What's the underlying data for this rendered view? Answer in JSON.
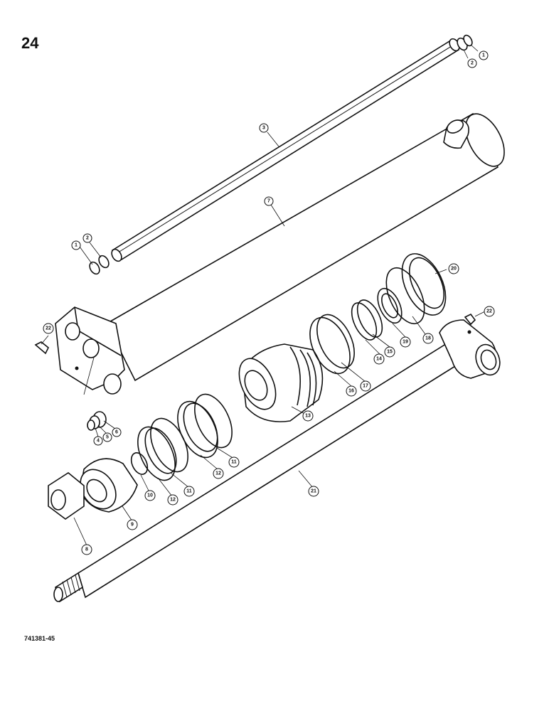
{
  "page": {
    "number": "24",
    "figure_code": "741381-45"
  },
  "callouts": [
    {
      "id": "c1a",
      "label": "1"
    },
    {
      "id": "c2a",
      "label": "2"
    },
    {
      "id": "c3",
      "label": "3"
    },
    {
      "id": "c1b",
      "label": "1"
    },
    {
      "id": "c2b",
      "label": "2"
    },
    {
      "id": "c7",
      "label": "7"
    },
    {
      "id": "c20",
      "label": "20"
    },
    {
      "id": "c22a",
      "label": "22"
    },
    {
      "id": "c22b",
      "label": "22"
    },
    {
      "id": "c18",
      "label": "18"
    },
    {
      "id": "c19",
      "label": "19"
    },
    {
      "id": "c15",
      "label": "15"
    },
    {
      "id": "c14",
      "label": "14"
    },
    {
      "id": "c17",
      "label": "17"
    },
    {
      "id": "c16",
      "label": "16"
    },
    {
      "id": "c13",
      "label": "13"
    },
    {
      "id": "c4",
      "label": "4"
    },
    {
      "id": "c5",
      "label": "5"
    },
    {
      "id": "c6",
      "label": "6"
    },
    {
      "id": "c11a",
      "label": "11"
    },
    {
      "id": "c12a",
      "label": "12"
    },
    {
      "id": "c11b",
      "label": "11"
    },
    {
      "id": "c12b",
      "label": "12"
    },
    {
      "id": "c10",
      "label": "10"
    },
    {
      "id": "c9",
      "label": "9"
    },
    {
      "id": "c8",
      "label": "8"
    },
    {
      "id": "c21",
      "label": "21"
    }
  ]
}
